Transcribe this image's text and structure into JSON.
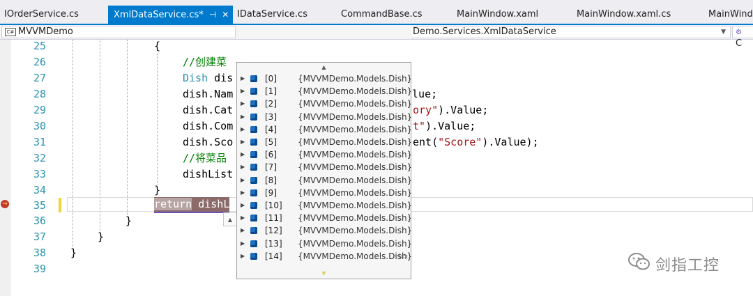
{
  "tabs": [
    {
      "label": "IOrderService.cs",
      "active": false
    },
    {
      "label": "XmlDataService.cs*",
      "active": true
    },
    {
      "label": "IDataService.cs",
      "active": false
    },
    {
      "label": "CommandBase.cs",
      "active": false
    },
    {
      "label": "MainWindow.xaml",
      "active": false
    },
    {
      "label": "MainWindow.xaml.cs",
      "active": false
    },
    {
      "label": "MainWind",
      "active": false
    }
  ],
  "active_tab_pin": "⊣",
  "active_tab_close": "✕",
  "navbar": {
    "project": "MVVMDemo",
    "project_icon": "C#",
    "type_scope": "Demo.Services.XmlDataService",
    "member_icon": "⚙",
    "member_text": "C"
  },
  "lines": [
    {
      "n": "25",
      "code": [
        {
          "t": "{",
          "c": ""
        }
      ]
    },
    {
      "n": "26",
      "code": [
        {
          "t": "//创建菜",
          "c": "cm"
        }
      ]
    },
    {
      "n": "27",
      "code": [
        {
          "t": "Dish",
          "c": "ty"
        },
        {
          "t": " dis",
          "c": ""
        }
      ]
    },
    {
      "n": "28",
      "code": [
        {
          "t": "dish.Nam",
          "c": ""
        },
        {
          "t": "                           alue;",
          "c": ""
        }
      ]
    },
    {
      "n": "29",
      "code": [
        {
          "t": "dish.Cat",
          "c": ""
        },
        {
          "t": "                          ",
          "c": ""
        },
        {
          "t": "ory\"",
          "c": "st"
        },
        {
          "t": ").Value;",
          "c": ""
        }
      ]
    },
    {
      "n": "30",
      "code": [
        {
          "t": "dish.Com",
          "c": ""
        },
        {
          "t": "                          ",
          "c": ""
        },
        {
          "t": "t\"",
          "c": "st"
        },
        {
          "t": ").Value;",
          "c": ""
        }
      ]
    },
    {
      "n": "31",
      "code": [
        {
          "t": "dish.Sco",
          "c": ""
        },
        {
          "t": "                          ent(",
          "c": ""
        },
        {
          "t": "\"Score\"",
          "c": "st"
        },
        {
          "t": ").Value);",
          "c": ""
        }
      ]
    },
    {
      "n": "32",
      "code": [
        {
          "t": "//将菜品",
          "c": "cm"
        }
      ]
    },
    {
      "n": "33",
      "code": [
        {
          "t": "dishList",
          "c": ""
        }
      ]
    },
    {
      "n": "34",
      "code": [
        {
          "t": "}",
          "c": ""
        }
      ]
    },
    {
      "n": "35",
      "code": [
        {
          "t": "return",
          "c": "kwh"
        },
        {
          "t": " dishL",
          "c": ""
        }
      ]
    },
    {
      "n": "36",
      "code": [
        {
          "t": "}",
          "c": ""
        }
      ]
    },
    {
      "n": "37",
      "code": [
        {
          "t": "}",
          "c": ""
        }
      ]
    },
    {
      "n": "38",
      "code": [
        {
          "t": "}",
          "c": ""
        }
      ]
    },
    {
      "n": "39",
      "code": []
    }
  ],
  "datatip": {
    "items": [
      {
        "name": "[0]",
        "value": "{MVVMDemo.Models.Dish}"
      },
      {
        "name": "[1]",
        "value": "{MVVMDemo.Models.Dish}"
      },
      {
        "name": "[2]",
        "value": "{MVVMDemo.Models.Dish}"
      },
      {
        "name": "[3]",
        "value": "{MVVMDemo.Models.Dish}"
      },
      {
        "name": "[4]",
        "value": "{MVVMDemo.Models.Dish}"
      },
      {
        "name": "[5]",
        "value": "{MVVMDemo.Models.Dish}"
      },
      {
        "name": "[6]",
        "value": "{MVVMDemo.Models.Dish}"
      },
      {
        "name": "[7]",
        "value": "{MVVMDemo.Models.Dish}"
      },
      {
        "name": "[8]",
        "value": "{MVVMDemo.Models.Dish}"
      },
      {
        "name": "[9]",
        "value": "{MVVMDemo.Models.Dish}"
      },
      {
        "name": "[10]",
        "value": "{MVVMDemo.Models.Dish}"
      },
      {
        "name": "[11]",
        "value": "{MVVMDemo.Models.Dish}"
      },
      {
        "name": "[12]",
        "value": "{MVVMDemo.Models.Dish}"
      },
      {
        "name": "[13]",
        "value": "{MVVMDemo.Models.Dish}"
      },
      {
        "name": "[14]",
        "value": "{MVVMDemo.Models.Dish}"
      }
    ]
  },
  "watermark": {
    "text": "剑指工控"
  },
  "colors": {
    "accent": "#007acc",
    "line_number": "#2b91af",
    "keyword": "#0000ff",
    "comment": "#008000",
    "string": "#a31515"
  }
}
